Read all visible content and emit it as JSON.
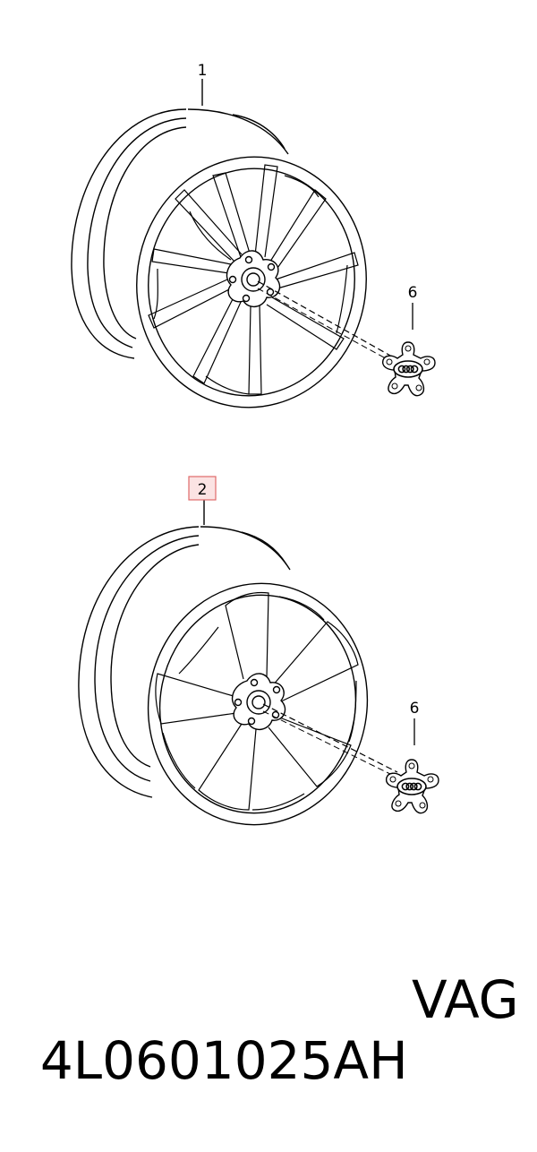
{
  "callouts": {
    "wheel_top": "1",
    "wheel_bottom": "2",
    "cap_top": "6",
    "cap_bottom": "6"
  },
  "footer": {
    "part_number": "4L0601025AH",
    "brand": "VAG"
  },
  "colors": {
    "line": "#000000",
    "highlight_box_fill": "#fbe3e3",
    "highlight_box_stroke": "#e06a6a"
  }
}
